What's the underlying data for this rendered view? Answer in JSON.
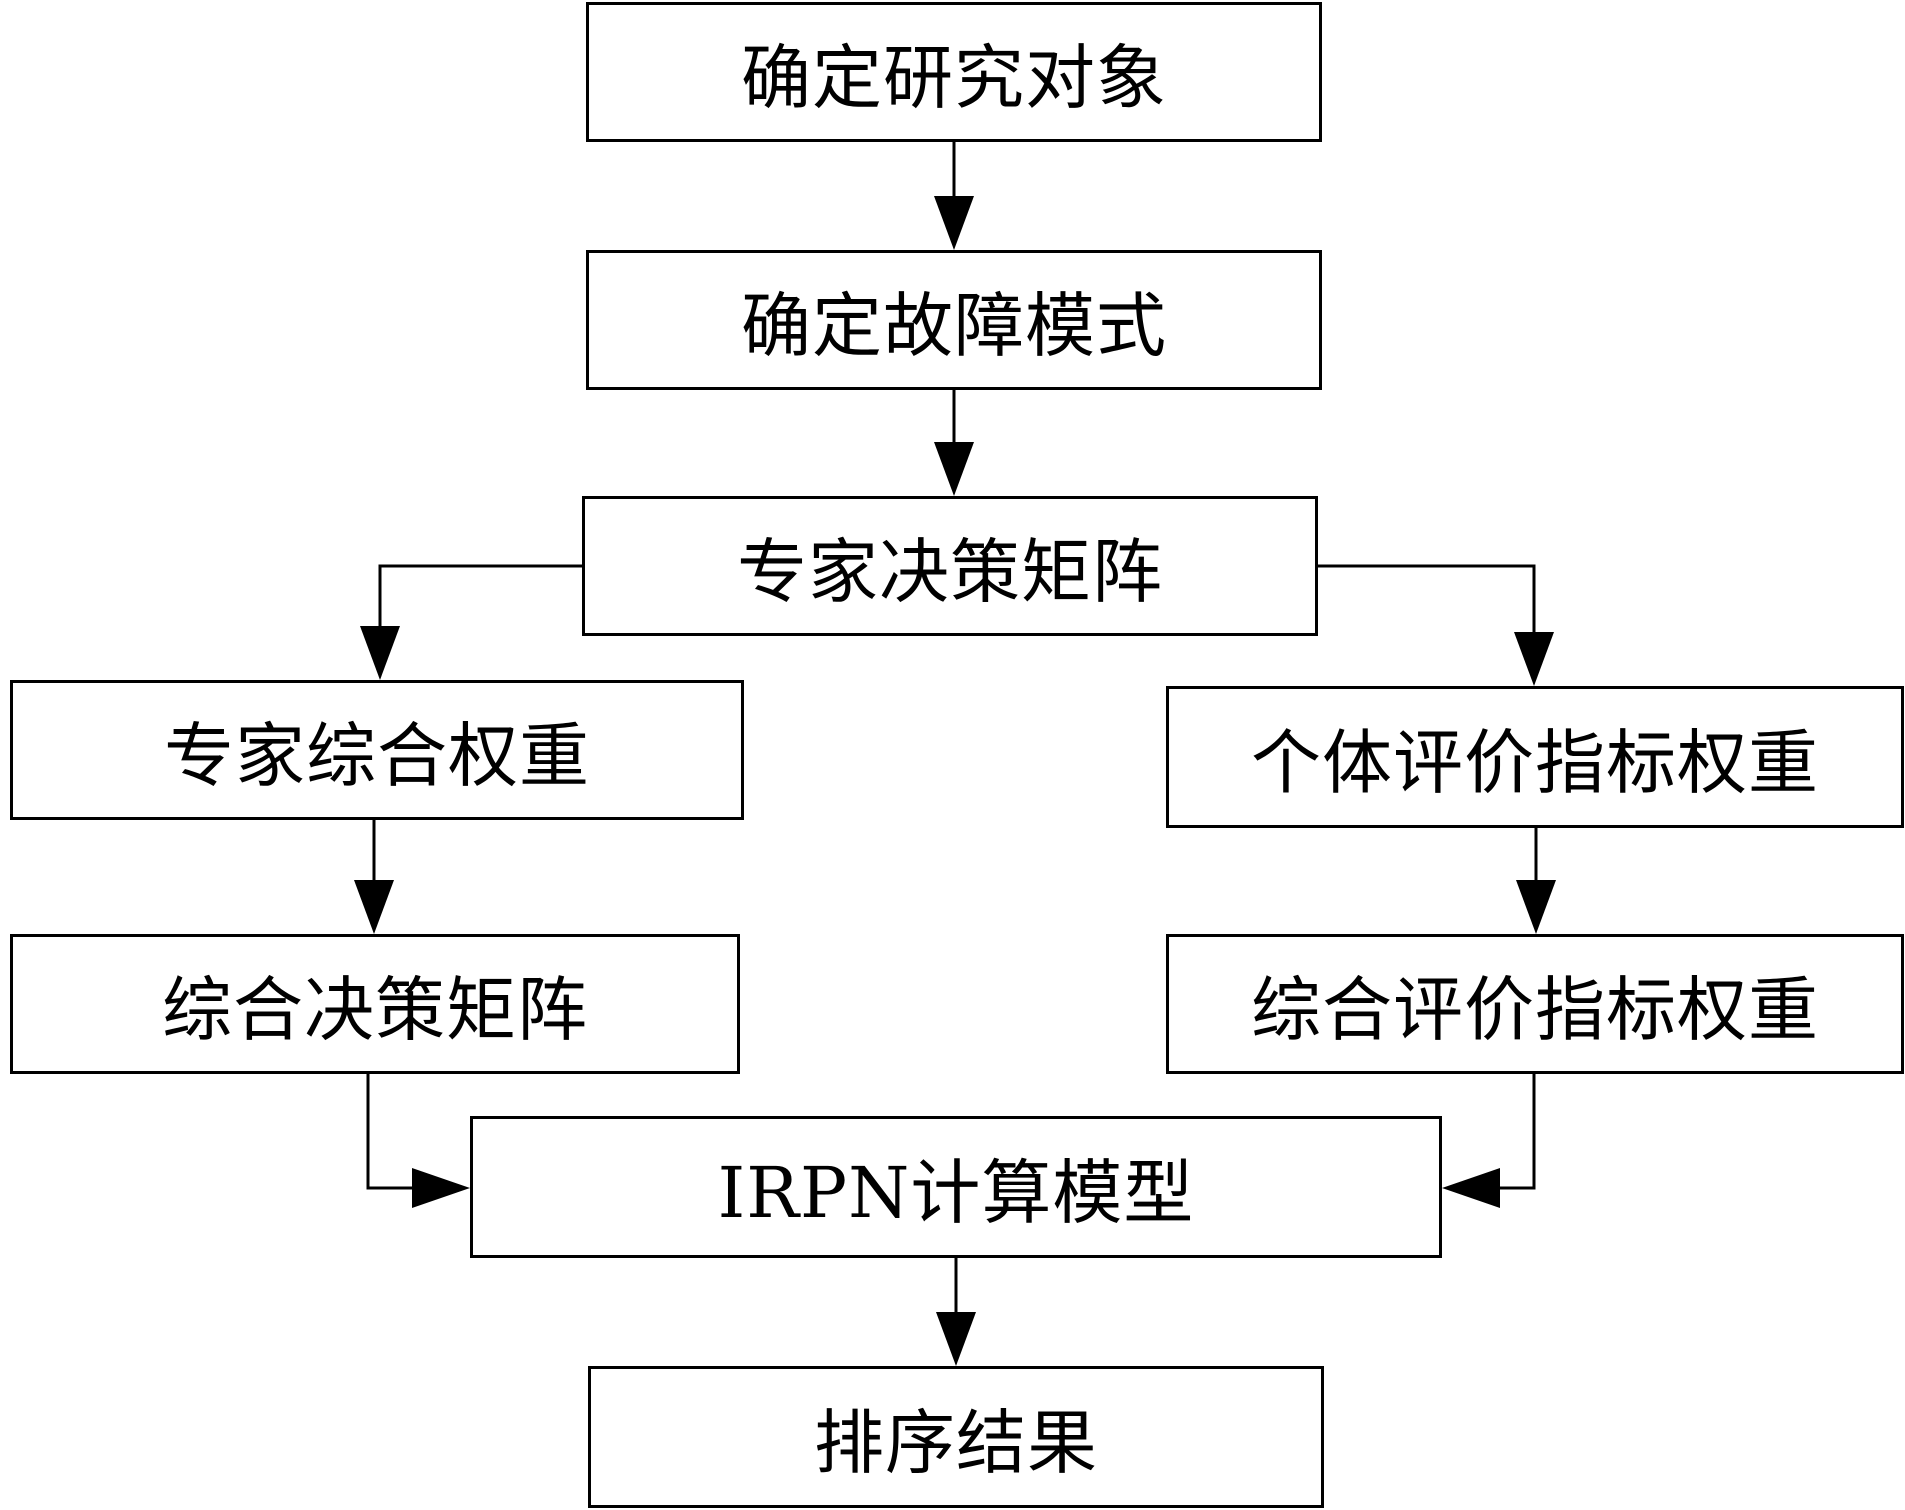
{
  "nodes": [
    {
      "id": "n1",
      "label": "确定研究对象"
    },
    {
      "id": "n2",
      "label": "确定故障模式"
    },
    {
      "id": "n3",
      "label": "专家决策矩阵"
    },
    {
      "id": "n4",
      "label": "专家综合权重"
    },
    {
      "id": "n5",
      "label": "个体评价指标权重"
    },
    {
      "id": "n6",
      "label": "综合决策矩阵"
    },
    {
      "id": "n7",
      "label": "综合评价指标权重"
    },
    {
      "id": "n8",
      "label": "IRPN计算模型"
    },
    {
      "id": "n9",
      "label": "排序结果"
    }
  ],
  "edges": [
    {
      "from": "n1",
      "to": "n2"
    },
    {
      "from": "n2",
      "to": "n3"
    },
    {
      "from": "n3",
      "to": "n4"
    },
    {
      "from": "n3",
      "to": "n5"
    },
    {
      "from": "n4",
      "to": "n6"
    },
    {
      "from": "n5",
      "to": "n7"
    },
    {
      "from": "n6",
      "to": "n8"
    },
    {
      "from": "n7",
      "to": "n8"
    },
    {
      "from": "n8",
      "to": "n9"
    }
  ],
  "colors": {
    "stroke": "#000000",
    "background": "#ffffff"
  }
}
